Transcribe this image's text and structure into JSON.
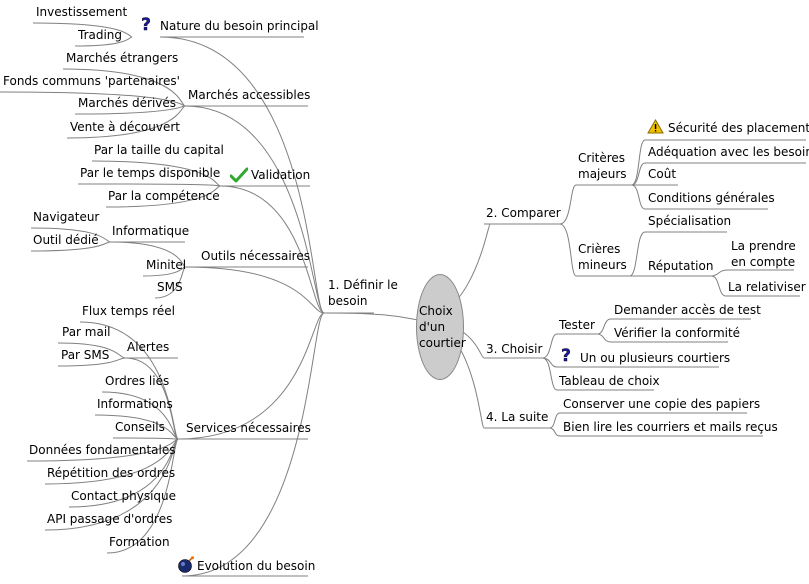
{
  "center": "Choix d'un courtier",
  "left_root": "1. Définir le besoin",
  "left": {
    "nature": {
      "label": "Nature du besoin principal",
      "children": [
        "Investissement",
        "Trading"
      ]
    },
    "marches": {
      "label": "Marchés accessibles",
      "children": [
        "Marchés étrangers",
        "Fonds communs 'partenaires'",
        "Marchés dérivés",
        "Vente à découvert"
      ]
    },
    "validation": {
      "label": "Validation",
      "children": [
        "Par la taille du capital",
        "Par le temps disponible",
        "Par la compétence"
      ]
    },
    "outils": {
      "label": "Outils nécessaires",
      "informatique": "Informatique",
      "informatique_children": [
        "Navigateur",
        "Outil dédié"
      ],
      "children": [
        "Minitel",
        "SMS"
      ]
    },
    "services": {
      "label": "Services nécessaires",
      "flux": "Flux temps réel",
      "alertes": "Alertes",
      "alertes_children": [
        "Par mail",
        "Par SMS"
      ],
      "children": [
        "Ordres liés",
        "Informations",
        "Conseils",
        "Données fondamentales",
        "Répétition des ordres",
        "Contact physique",
        "API passage d'ordres",
        "Formation"
      ]
    },
    "evolution": "Evolution du besoin"
  },
  "right": {
    "comparer": {
      "label": "2. Comparer",
      "majeurs": {
        "label": "Critères majeurs",
        "children": [
          "Sécurité des placements",
          "Adéquation avec les besoins",
          "Coût",
          "Conditions générales"
        ]
      },
      "mineurs": {
        "label": "Crières mineurs",
        "specialisation": "Spécialisation",
        "reputation": "Réputation",
        "reputation_children": [
          "La prendre en compte",
          "La relativiser"
        ]
      }
    },
    "choisir": {
      "label": "3. Choisir",
      "tester": {
        "label": "Tester",
        "children": [
          "Demander accès de test",
          "Vérifier la conformité"
        ]
      },
      "children": [
        "Un ou plusieurs courtiers",
        "Tableau de choix"
      ]
    },
    "suite": {
      "label": "4. La suite",
      "children": [
        "Conserver une copie des papiers",
        "Bien lire les courriers et mails reçus"
      ]
    }
  },
  "icons": {
    "nature": "question-icon",
    "validation": "checkmark-icon",
    "evolution": "bomb-icon",
    "securite": "warning-icon",
    "courtiers": "question-icon"
  },
  "colors": {
    "line": "#808080",
    "center_fill": "#cccccc",
    "question": "#1a1a9e",
    "check": "#2fa82f",
    "warning": "#f2c200"
  }
}
